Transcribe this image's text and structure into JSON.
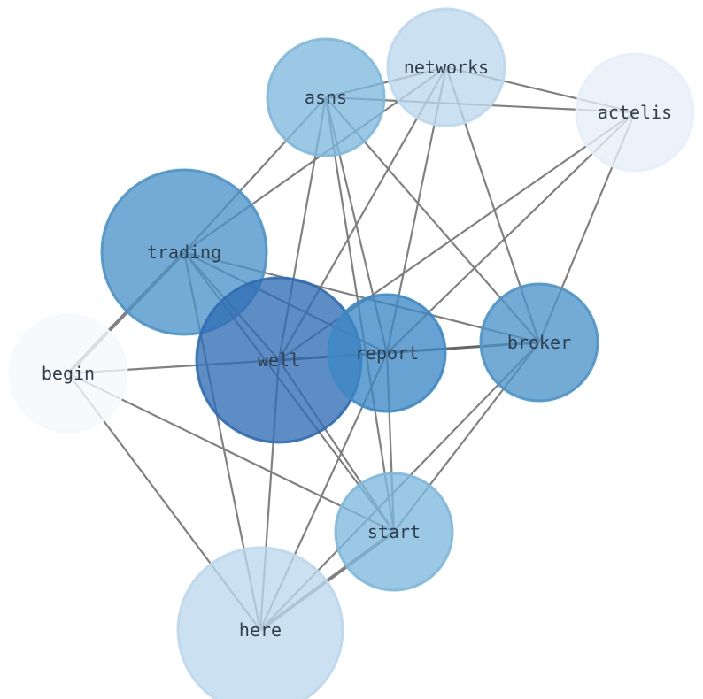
{
  "graph": {
    "nodes": [
      {
        "id": "networks",
        "label": "networks",
        "color": "#bdd7ec",
        "opacity": 0.78
      },
      {
        "id": "asns",
        "label": "asns",
        "color": "#7fb8dc",
        "opacity": 0.78
      },
      {
        "id": "actelis",
        "label": "actelis",
        "color": "#e6eef9",
        "opacity": 0.78
      },
      {
        "id": "trading",
        "label": "trading",
        "color": "#4b93c9",
        "opacity": 0.78
      },
      {
        "id": "begin",
        "label": "begin",
        "color": "#f4f8fd",
        "opacity": 0.78
      },
      {
        "id": "well",
        "label": "well",
        "color": "#2f6db4",
        "opacity": 0.78
      },
      {
        "id": "report",
        "label": "report",
        "color": "#3d88c6",
        "opacity": 0.78
      },
      {
        "id": "broker",
        "label": "broker",
        "color": "#4b93c9",
        "opacity": 0.78
      },
      {
        "id": "start",
        "label": "start",
        "color": "#7fb8dc",
        "opacity": 0.78
      },
      {
        "id": "here",
        "label": "here",
        "color": "#bdd7ec",
        "opacity": 0.78
      }
    ],
    "edges": [
      {
        "source": "trading",
        "target": "begin",
        "weight": 3,
        "color": "#7a7a7a"
      },
      {
        "source": "trading",
        "target": "asns",
        "weight": 1,
        "color": "#7a7a7a"
      },
      {
        "source": "trading",
        "target": "networks",
        "weight": 1,
        "color": "#7a7a7a"
      },
      {
        "source": "trading",
        "target": "report",
        "weight": 1,
        "color": "#7a7a7a"
      },
      {
        "source": "trading",
        "target": "broker",
        "weight": 1,
        "color": "#7a7a7a"
      },
      {
        "source": "trading",
        "target": "start",
        "weight": 1,
        "color": "#7a7a7a"
      },
      {
        "source": "trading",
        "target": "here",
        "weight": 1,
        "color": "#7a7a7a"
      },
      {
        "source": "trading",
        "target": "well",
        "weight": 1,
        "color": "#7a7a7a"
      },
      {
        "source": "asns",
        "target": "networks",
        "weight": 1,
        "color": "#7a7a7a"
      },
      {
        "source": "asns",
        "target": "actelis",
        "weight": 1,
        "color": "#7a7a7a"
      },
      {
        "source": "asns",
        "target": "well",
        "weight": 1,
        "color": "#7a7a7a"
      },
      {
        "source": "asns",
        "target": "report",
        "weight": 1,
        "color": "#7a7a7a"
      },
      {
        "source": "asns",
        "target": "broker",
        "weight": 1,
        "color": "#7a7a7a"
      },
      {
        "source": "asns",
        "target": "start",
        "weight": 1,
        "color": "#7a7a7a"
      },
      {
        "source": "networks",
        "target": "actelis",
        "weight": 1,
        "color": "#7a7a7a"
      },
      {
        "source": "networks",
        "target": "well",
        "weight": 1,
        "color": "#7a7a7a"
      },
      {
        "source": "networks",
        "target": "report",
        "weight": 1,
        "color": "#7a7a7a"
      },
      {
        "source": "networks",
        "target": "broker",
        "weight": 1,
        "color": "#7a7a7a"
      },
      {
        "source": "actelis",
        "target": "well",
        "weight": 1,
        "color": "#7a7a7a"
      },
      {
        "source": "actelis",
        "target": "report",
        "weight": 1,
        "color": "#7a7a7a"
      },
      {
        "source": "actelis",
        "target": "broker",
        "weight": 1,
        "color": "#7a7a7a"
      },
      {
        "source": "begin",
        "target": "well",
        "weight": 1,
        "color": "#7a7a7a"
      },
      {
        "source": "begin",
        "target": "start",
        "weight": 1,
        "color": "#7a7a7a"
      },
      {
        "source": "begin",
        "target": "here",
        "weight": 1,
        "color": "#7a7a7a"
      },
      {
        "source": "well",
        "target": "broker",
        "weight": 2,
        "color": "#5e5e5e"
      },
      {
        "source": "well",
        "target": "start",
        "weight": 1,
        "color": "#7a7a7a"
      },
      {
        "source": "well",
        "target": "here",
        "weight": 1,
        "color": "#7a7a7a"
      },
      {
        "source": "report",
        "target": "start",
        "weight": 1,
        "color": "#7a7a7a"
      },
      {
        "source": "report",
        "target": "here",
        "weight": 1,
        "color": "#7a7a7a"
      },
      {
        "source": "broker",
        "target": "start",
        "weight": 1,
        "color": "#7a7a7a"
      },
      {
        "source": "broker",
        "target": "here",
        "weight": 1,
        "color": "#7a7a7a"
      },
      {
        "source": "start",
        "target": "here",
        "weight": 3,
        "color": "#7a7a7a"
      }
    ]
  }
}
